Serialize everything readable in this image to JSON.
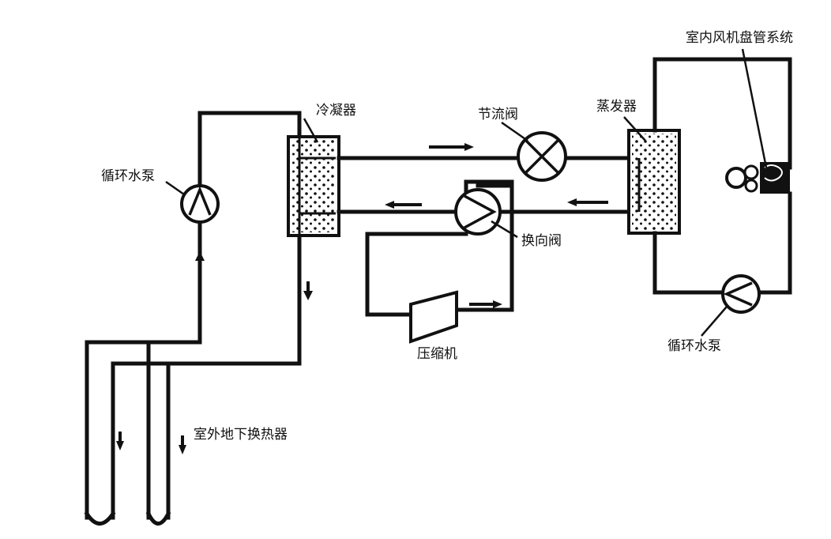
{
  "diagram": {
    "labels": {
      "indoor_fan_coil": "室内风机盘管系统",
      "condenser": "冷凝器",
      "throttle_valve": "节流阀",
      "evaporator": "蒸发器",
      "pump_left": "循环水泵",
      "reversing_valve": "换向阀",
      "compressor": "压缩机",
      "pump_right": "循环水泵",
      "ground_heat_exchanger": "室外地下换热器"
    },
    "components": [
      {
        "id": "condenser",
        "icon": "dotted-heat-exchanger"
      },
      {
        "id": "evaporator",
        "icon": "dotted-heat-exchanger"
      },
      {
        "id": "throttle_valve",
        "icon": "circle-cross-valve"
      },
      {
        "id": "reversing_valve",
        "icon": "four-way-valve"
      },
      {
        "id": "compressor",
        "icon": "trapezoid-compressor"
      },
      {
        "id": "pump_left",
        "icon": "circle-pump"
      },
      {
        "id": "pump_right",
        "icon": "circle-pump"
      },
      {
        "id": "fan_coil",
        "icon": "fan-coil-unit"
      },
      {
        "id": "ground_loop",
        "icon": "u-tube-boreholes"
      }
    ],
    "line_color": "#111111",
    "background": "#ffffff"
  }
}
